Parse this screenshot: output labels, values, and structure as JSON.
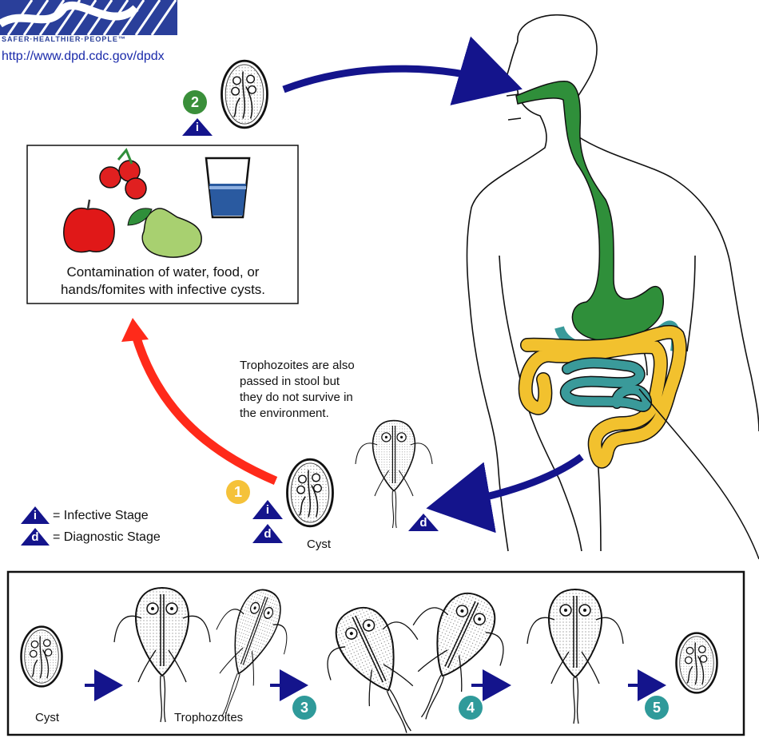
{
  "logo": {
    "tagline": "SAFER·HEALTHIER·PEOPLE™",
    "url": "http://www.dpd.cdc.gov/dpdx"
  },
  "contamination_box": {
    "text_line1": "Contamination of water, food, or",
    "text_line2": "hands/fomites with infective cysts."
  },
  "trophozoite_note": {
    "line1": "Trophozoites are also",
    "line2": "passed in stool but",
    "line3": "they do not survive in",
    "line4": "the environment."
  },
  "legend": {
    "infective_label": "= Infective Stage",
    "diagnostic_label": "= Diagnostic Stage",
    "infective_letter": "i",
    "diagnostic_letter": "d"
  },
  "stages": {
    "step1": "1",
    "step2": "2",
    "step3": "3",
    "step4": "4",
    "step5": "5"
  },
  "labels": {
    "cyst_upper": "Cyst",
    "cyst_lower": "Cyst",
    "trophozoites": "Trophozoites"
  },
  "colors": {
    "navy_arrow": "#14148c",
    "red_arrow": "#ff2a1a",
    "step_green": "#3a8f3a",
    "step_yellow": "#f5c23a",
    "step_teal": "#2f9a9a",
    "gut_green": "#2f8f3a",
    "gut_yellow": "#f2c12e",
    "gut_teal": "#3a9a9a"
  }
}
